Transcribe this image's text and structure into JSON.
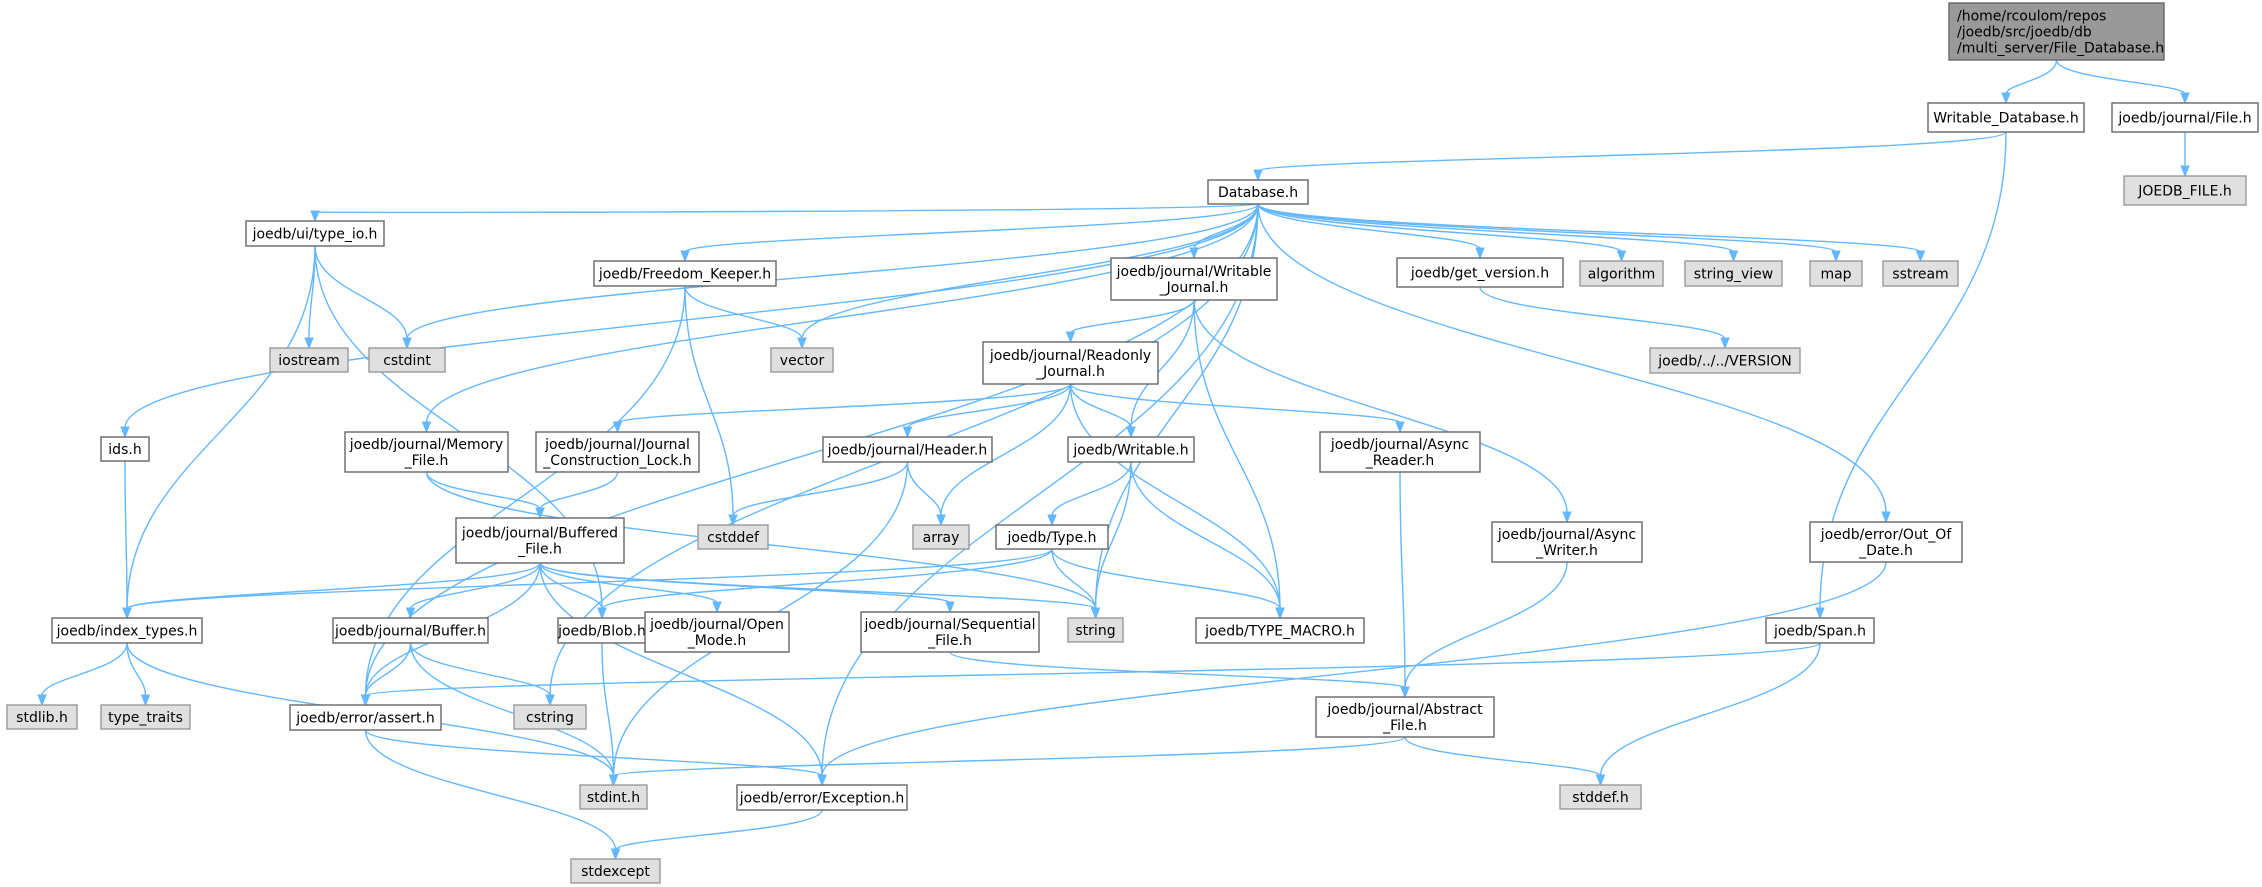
{
  "diagram": {
    "type": "include-dependency-graph",
    "colors": {
      "root_fill": "#999999",
      "file_fill": "#ffffff",
      "system_fill": "#e0e0e0",
      "edge": "#63b8ff"
    },
    "nodes": [
      {
        "id": "root",
        "kind": "root",
        "lines": [
          "/home/rcoulom/repos",
          "/joedb/src/joedb/db",
          "/multi_server/File_Database.h"
        ]
      },
      {
        "id": "writable_database",
        "kind": "file",
        "lines": [
          "Writable_Database.h"
        ]
      },
      {
        "id": "journal_file",
        "kind": "file",
        "lines": [
          "joedb/journal/File.h"
        ]
      },
      {
        "id": "joedb_file_h",
        "kind": "system",
        "lines": [
          "JOEDB_FILE.h"
        ]
      },
      {
        "id": "database",
        "kind": "file",
        "lines": [
          "Database.h"
        ]
      },
      {
        "id": "type_io",
        "kind": "file",
        "lines": [
          "joedb/ui/type_io.h"
        ]
      },
      {
        "id": "freedom_keeper",
        "kind": "file",
        "lines": [
          "joedb/Freedom_Keeper.h"
        ]
      },
      {
        "id": "writable_journal",
        "kind": "file",
        "lines": [
          "joedb/journal/Writable",
          "_Journal.h"
        ]
      },
      {
        "id": "get_version",
        "kind": "file",
        "lines": [
          "joedb/get_version.h"
        ]
      },
      {
        "id": "algorithm",
        "kind": "system",
        "lines": [
          "algorithm"
        ]
      },
      {
        "id": "string_view",
        "kind": "system",
        "lines": [
          "string_view"
        ]
      },
      {
        "id": "map",
        "kind": "system",
        "lines": [
          "map"
        ]
      },
      {
        "id": "sstream",
        "kind": "system",
        "lines": [
          "sstream"
        ]
      },
      {
        "id": "iostream",
        "kind": "system",
        "lines": [
          "iostream"
        ]
      },
      {
        "id": "cstdint",
        "kind": "system",
        "lines": [
          "cstdint"
        ]
      },
      {
        "id": "vector",
        "kind": "system",
        "lines": [
          "vector"
        ]
      },
      {
        "id": "version",
        "kind": "system",
        "lines": [
          "joedb/../../VERSION"
        ]
      },
      {
        "id": "readonly_journal",
        "kind": "file",
        "lines": [
          "joedb/journal/Readonly",
          "_Journal.h"
        ]
      },
      {
        "id": "ids",
        "kind": "file",
        "lines": [
          "ids.h"
        ]
      },
      {
        "id": "memory_file",
        "kind": "file",
        "lines": [
          "joedb/journal/Memory",
          "_File.h"
        ]
      },
      {
        "id": "construction_lock",
        "kind": "file",
        "lines": [
          "joedb/journal/Journal",
          "_Construction_Lock.h"
        ]
      },
      {
        "id": "header",
        "kind": "file",
        "lines": [
          "joedb/journal/Header.h"
        ]
      },
      {
        "id": "writable",
        "kind": "file",
        "lines": [
          "joedb/Writable.h"
        ]
      },
      {
        "id": "async_reader",
        "kind": "file",
        "lines": [
          "joedb/journal/Async",
          "_Reader.h"
        ]
      },
      {
        "id": "cstddef",
        "kind": "system",
        "lines": [
          "cstddef"
        ]
      },
      {
        "id": "array",
        "kind": "system",
        "lines": [
          "array"
        ]
      },
      {
        "id": "async_writer",
        "kind": "file",
        "lines": [
          "joedb/journal/Async",
          "_Writer.h"
        ]
      },
      {
        "id": "out_of_date",
        "kind": "file",
        "lines": [
          "joedb/error/Out_Of",
          "_Date.h"
        ]
      },
      {
        "id": "buffered_file",
        "kind": "file",
        "lines": [
          "joedb/journal/Buffered",
          "_File.h"
        ]
      },
      {
        "id": "type_h",
        "kind": "file",
        "lines": [
          "joedb/Type.h"
        ]
      },
      {
        "id": "index_types",
        "kind": "file",
        "lines": [
          "joedb/index_types.h"
        ]
      },
      {
        "id": "buffer",
        "kind": "file",
        "lines": [
          "joedb/journal/Buffer.h"
        ]
      },
      {
        "id": "blob",
        "kind": "file",
        "lines": [
          "joedb/Blob.h"
        ]
      },
      {
        "id": "open_mode",
        "kind": "file",
        "lines": [
          "joedb/journal/Open",
          "_Mode.h"
        ]
      },
      {
        "id": "sequential_file",
        "kind": "file",
        "lines": [
          "joedb/journal/Sequential",
          "_File.h"
        ]
      },
      {
        "id": "string",
        "kind": "system",
        "lines": [
          "string"
        ]
      },
      {
        "id": "type_macro",
        "kind": "file",
        "lines": [
          "joedb/TYPE_MACRO.h"
        ]
      },
      {
        "id": "span",
        "kind": "file",
        "lines": [
          "joedb/Span.h"
        ]
      },
      {
        "id": "stdlib",
        "kind": "system",
        "lines": [
          "stdlib.h"
        ]
      },
      {
        "id": "type_traits",
        "kind": "system",
        "lines": [
          "type_traits"
        ]
      },
      {
        "id": "assert_h",
        "kind": "file",
        "lines": [
          "joedb/error/assert.h"
        ]
      },
      {
        "id": "cstring",
        "kind": "system",
        "lines": [
          "cstring"
        ]
      },
      {
        "id": "abstract_file",
        "kind": "file",
        "lines": [
          "joedb/journal/Abstract",
          "_File.h"
        ]
      },
      {
        "id": "stdint",
        "kind": "system",
        "lines": [
          "stdint.h"
        ]
      },
      {
        "id": "exception",
        "kind": "file",
        "lines": [
          "joedb/error/Exception.h"
        ]
      },
      {
        "id": "stddef",
        "kind": "system",
        "lines": [
          "stddef.h"
        ]
      },
      {
        "id": "stdexcept",
        "kind": "system",
        "lines": [
          "stdexcept"
        ]
      }
    ],
    "edges": [
      [
        "root",
        "writable_database"
      ],
      [
        "root",
        "journal_file"
      ],
      [
        "journal_file",
        "joedb_file_h"
      ],
      [
        "writable_database",
        "database"
      ],
      [
        "writable_database",
        "span"
      ],
      [
        "database",
        "type_io"
      ],
      [
        "database",
        "cstdint"
      ],
      [
        "database",
        "freedom_keeper"
      ],
      [
        "database",
        "vector"
      ],
      [
        "database",
        "writable_journal"
      ],
      [
        "database",
        "get_version"
      ],
      [
        "database",
        "algorithm"
      ],
      [
        "database",
        "string_view"
      ],
      [
        "database",
        "map"
      ],
      [
        "database",
        "sstream"
      ],
      [
        "database",
        "ids"
      ],
      [
        "database",
        "memory_file"
      ],
      [
        "database",
        "string"
      ],
      [
        "database",
        "cstring"
      ],
      [
        "database",
        "exception"
      ],
      [
        "database",
        "out_of_date"
      ],
      [
        "database",
        "assert_h"
      ],
      [
        "type_io",
        "iostream"
      ],
      [
        "type_io",
        "cstdint"
      ],
      [
        "type_io",
        "index_types"
      ],
      [
        "type_io",
        "blob"
      ],
      [
        "freedom_keeper",
        "vector"
      ],
      [
        "freedom_keeper",
        "cstddef"
      ],
      [
        "freedom_keeper",
        "assert_h"
      ],
      [
        "writable_journal",
        "readonly_journal"
      ],
      [
        "writable_journal",
        "writable"
      ],
      [
        "writable_journal",
        "type_macro"
      ],
      [
        "writable_journal",
        "async_writer"
      ],
      [
        "get_version",
        "version"
      ],
      [
        "readonly_journal",
        "construction_lock"
      ],
      [
        "readonly_journal",
        "header"
      ],
      [
        "readonly_journal",
        "array"
      ],
      [
        "readonly_journal",
        "writable"
      ],
      [
        "readonly_journal",
        "async_reader"
      ],
      [
        "readonly_journal",
        "type_macro"
      ],
      [
        "ids",
        "index_types"
      ],
      [
        "memory_file",
        "buffered_file"
      ],
      [
        "memory_file",
        "string"
      ],
      [
        "construction_lock",
        "buffered_file"
      ],
      [
        "header",
        "array"
      ],
      [
        "header",
        "cstddef"
      ],
      [
        "header",
        "stdint"
      ],
      [
        "writable",
        "type_h"
      ],
      [
        "writable",
        "string"
      ],
      [
        "writable",
        "type_macro"
      ],
      [
        "async_reader",
        "abstract_file"
      ],
      [
        "async_writer",
        "abstract_file"
      ],
      [
        "out_of_date",
        "exception"
      ],
      [
        "buffered_file",
        "index_types"
      ],
      [
        "buffered_file",
        "buffer"
      ],
      [
        "buffered_file",
        "blob"
      ],
      [
        "buffered_file",
        "open_mode"
      ],
      [
        "buffered_file",
        "sequential_file"
      ],
      [
        "buffered_file",
        "string"
      ],
      [
        "buffered_file",
        "assert_h"
      ],
      [
        "buffered_file",
        "exception"
      ],
      [
        "type_h",
        "index_types"
      ],
      [
        "type_h",
        "blob"
      ],
      [
        "type_h",
        "string"
      ],
      [
        "type_h",
        "type_macro"
      ],
      [
        "index_types",
        "stdlib"
      ],
      [
        "index_types",
        "type_traits"
      ],
      [
        "index_types",
        "stdint"
      ],
      [
        "buffer",
        "assert_h"
      ],
      [
        "buffer",
        "cstring"
      ],
      [
        "buffer",
        "stdint"
      ],
      [
        "blob",
        "stdint"
      ],
      [
        "sequential_file",
        "abstract_file"
      ],
      [
        "span",
        "assert_h"
      ],
      [
        "span",
        "stddef"
      ],
      [
        "assert_h",
        "exception"
      ],
      [
        "assert_h",
        "stdexcept"
      ],
      [
        "abstract_file",
        "stdint"
      ],
      [
        "abstract_file",
        "stddef"
      ],
      [
        "exception",
        "stdexcept"
      ]
    ]
  }
}
